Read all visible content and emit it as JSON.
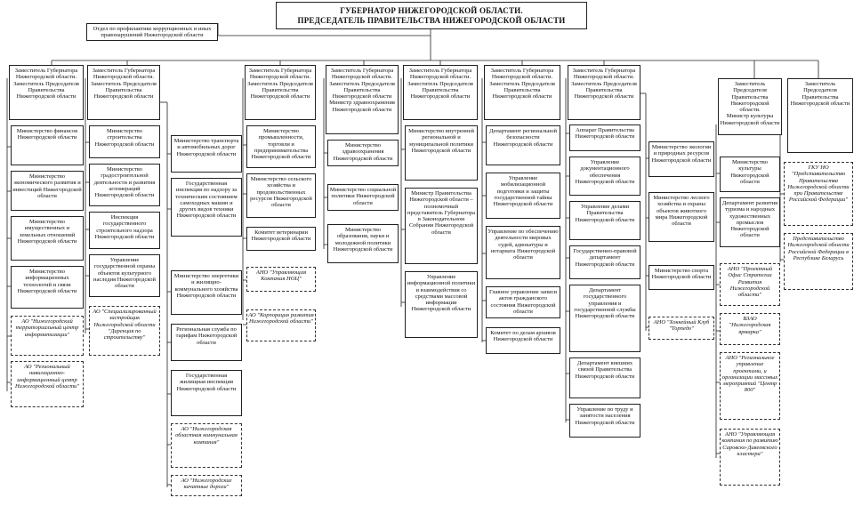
{
  "header": {
    "title": "ГУБЕРНАТОР НИЖЕГОРОДСКОЙ ОБЛАСТИ.\nПРЕДСЕДАТЕЛЬ ПРАВИТЕЛЬСТВА НИЖЕГОРОДСКОЙ ОБЛАСТИ",
    "anticorruption": "Отдел по профилактике коррупционных и иных правонарушений Нижегородской области"
  },
  "col1": {
    "head": "Заместитель Губернатора Нижегородской области.\nЗаместитель Председателя Правительства Нижегородской области",
    "items": [
      "Министерство финансов Нижегородской области",
      "Министерство экономического развития и инвестиций Нижегородской области",
      "Министерство имущественных и земельных отношений Нижегородской области",
      "Министерство информационных технологий и связи Нижегородской области"
    ],
    "org1": "АО \"Нижегородский территориальный центр информатизации\"",
    "org2": "АО \"Региональный навигационно-информационный центр Нижегородской области\""
  },
  "col2": {
    "head": "Заместитель Губернатора Нижегородской области.\nЗаместитель Председателя Правительства Нижегородской области",
    "items": [
      "Министерство строительства Нижегородской области",
      "Министерство градостроительной деятельности и развития агломераций Нижегородской области",
      "Инспекция государственного строительного надзора Нижегородской области",
      "Управление государственной охраны объектов культурного наследия Нижегородской области"
    ],
    "org1": "АО \"Специализированный застройщик Нижегородской области \"Дирекция по строительству\""
  },
  "col3": {
    "items": [
      "Министерство транспорта и автомобильных дорог Нижегородской области",
      "Государственная инспекция по надзору за техническим состоянием самоходных машин и других видов техники Нижегородской области",
      "Министерство энергетики и жилищно-коммунального хозяйства Нижегородской области",
      "Региональная служба по тарифам Нижегородской области",
      "Государственная жилищная инспекция Нижегородской области"
    ],
    "org1": "АО \"Нижегородская областная коммунальная компания\"",
    "org2": "АО \"Нижегородские качатные дороги\""
  },
  "col4": {
    "head": "Заместитель Губернатора Нижегородской области.\nЗаместитель Председателя Правительства Нижегородской области",
    "items": [
      "Министерство промышленности, торговли и предпринимательства Нижегородской области",
      "Министерство сельского хозяйства и продовольственных ресурсов Нижегородской области",
      "Комитет ветеринарии Нижегородской области"
    ],
    "org1": "АНО \"Управляющая Компания НОЦ\"",
    "org2": "АО \"Корпорация развития Нижегородской области\""
  },
  "col5": {
    "head": "Заместитель Губернатора Нижегородской области.\nЗаместитель Председателя Правительства Нижегородской области\nМинистр здравоохранения Нижегородской области",
    "items": [
      "Министерство здравоохранения Нижегородской области",
      "Министерство социальной политики Нижегородской области",
      "Министерство образования, науки и молодежной политики Нижегородской области"
    ]
  },
  "col6": {
    "head": "Заместитель Губернатора Нижегородской области.\nЗаместитель Председателя Правительства Нижегородской области",
    "items": [
      "Министерство внутренней региональной и муниципальной политики Нижегородской области",
      "Министр Правительства Нижегородской области – полномочный представитель Губернатора в Законодательном Собрании Нижегородской области",
      "Управление информационной политики и взаимодействия со средствами массовой информации Нижегородской области"
    ]
  },
  "col7": {
    "head": "Заместитель Губернатора Нижегородской области.\nЗаместитель Председателя Правительства Нижегородской области",
    "items": [
      "Департамент региональной безопасности Нижегородской области",
      "Управление мобилизационной подготовки и защиты государственной тайны Нижегородской области",
      "Управление по обеспечению деятельности мировых судей, адвокатуры и нотариата Нижегородской области",
      "Главное управление записи актов гражданского состояния Нижегородской области",
      "Комитет по делам архивов Нижегородской области"
    ]
  },
  "col8": {
    "head": "Заместитель Губернатора Нижегородской области.\nЗаместитель Председателя Правительства Нижегородской области",
    "items": [
      "Аппарат Правительства Нижегородской области",
      "Управление документационного обеспечения Нижегородской области",
      "Управление делами Правительства Нижегородской области",
      "Государственно-правовой департамент Нижегородской области",
      "Департамент государственного управления и государственной службы Нижегородской области",
      "Департамент внешних связей Правительства Нижегородской области",
      "Управление по труду и занятости населения Нижегородской области"
    ]
  },
  "col9": {
    "items": [
      "Министерство экологии и природных ресурсов Нижегородской области",
      "Министерство лесного хозяйства и охраны объектов животного мира Нижегородской области",
      "Министерство спорта Нижегородской области"
    ],
    "org1": "АНО \"Хоккейный Клуб \"Торпедо\""
  },
  "col10": {
    "head": "Заместитель Председателя Правительства Нижегородской области.\nМинистр культуры Нижегородской области",
    "items": [
      "Министерство культуры Нижегородской области",
      "Департамент развития туризма и народных художественных промыслов Нижегородской области"
    ],
    "orgs": [
      "АНО \"Проектный Офис Стратегии Развития Нижегородской области\"",
      "ВЗАО \"Нижегородская ярмарка\"",
      "АНО \"Региональное управление проектами, и организации массовых мероприятий \"Центр 800\"",
      "АНО \"Управляющая компания по развитию Саровско-Дивеевского кластера\""
    ]
  },
  "col11": {
    "head": "Заместитель Председателя Правительства Нижегородской области",
    "orgs": [
      "ГКУ НО \"Представительство Правительства Нижегородской области при Правительстве Российской Федерации\"",
      "Представительство Нижегородской области Российской Федерации в Республике Беларусь"
    ]
  },
  "styles": {
    "line_color": "#222222",
    "border_color": "#222222"
  }
}
